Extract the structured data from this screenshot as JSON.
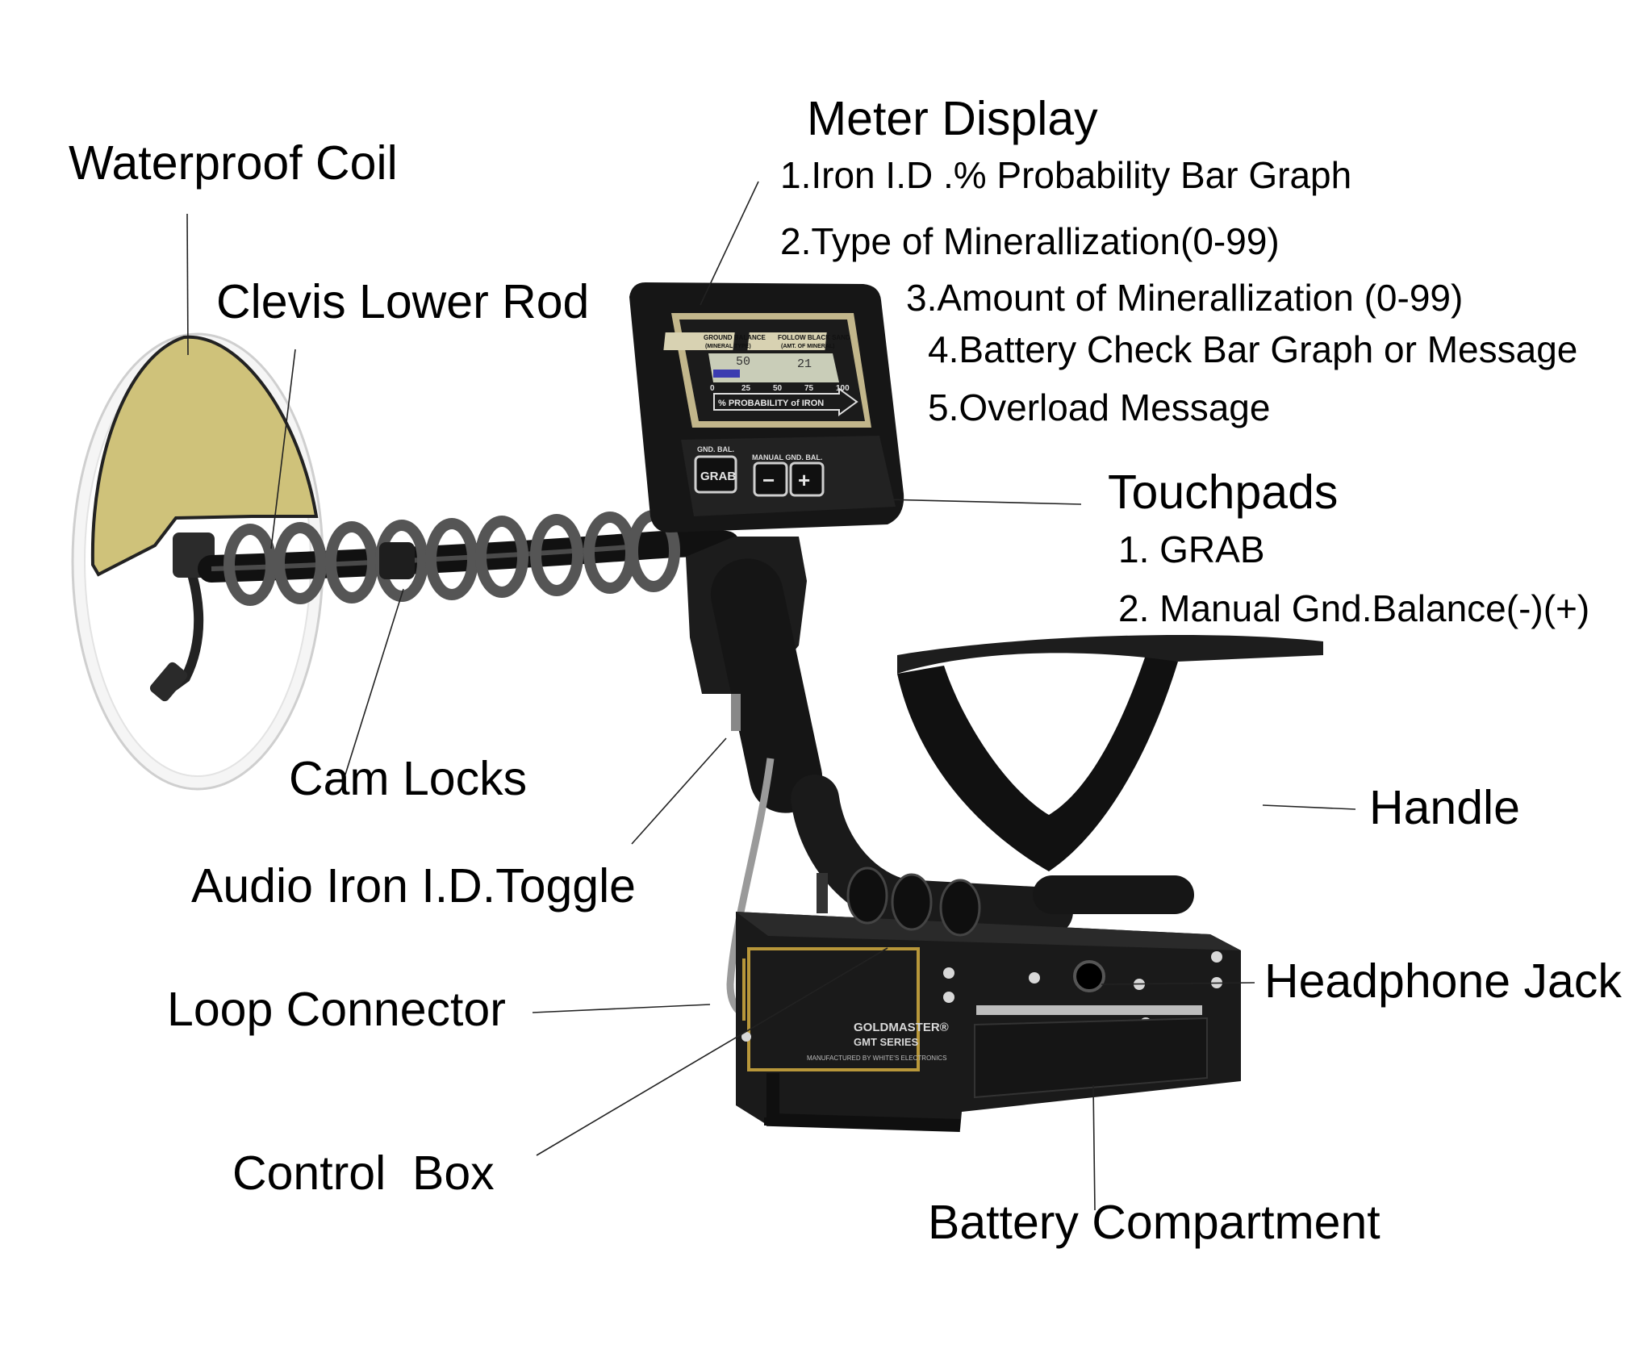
{
  "labels": {
    "waterproof_coil": "Waterproof Coil",
    "clevis_lower_rod": "Clevis Lower Rod",
    "cam_locks": "Cam Locks",
    "audio_iron_id_toggle": "Audio Iron I.D.Toggle",
    "loop_connector": "Loop Connector",
    "control_box": "Control  Box",
    "meter_display": {
      "title": "Meter Display",
      "items": [
        "1.Iron I.D .% Probability Bar Graph",
        "2.Type of Minerallization(0-99)",
        "3.Amount of Minerallization (0-99)",
        "4.Battery Check Bar Graph or Message",
        "5.Overload Message"
      ]
    },
    "touchpads": {
      "title": "Touchpads",
      "items": [
        "1. GRAB",
        "2. Manual Gnd.Balance(-)(+)"
      ]
    },
    "handle": "Handle",
    "headphone_jack": "Headphone Jack",
    "battery_compartment": "Battery Compartment"
  },
  "device": {
    "panel": {
      "ground_balance_header": "GROUND BALANCE",
      "ground_balance_sub": "(MINERAL TYPE)",
      "black_sand_header": "FOLLOW BLACK SAND",
      "black_sand_sub": "(AMT. OF MINERAL)",
      "reading_left": "50",
      "reading_right": "21",
      "scale_ticks": [
        "0",
        "25",
        "50",
        "75",
        "100"
      ],
      "probability_label": "% PROBABILITY of IRON",
      "bar_fill_fraction": 0.22,
      "gnd_bal_label": "GND. BAL.",
      "grab_button": "GRAB",
      "manual_label": "MANUAL GND. BAL.",
      "minus_button": "−",
      "plus_button": "+"
    },
    "control_box": {
      "brand": "GOLDMASTER®",
      "series": "GMT SERIES",
      "maker": "MANUFACTURED BY WHITE'S ELECTRONICS"
    },
    "colors": {
      "body": "#1a1a1a",
      "coil_fill": "#cfc27a",
      "coil_rim": "#f4f4f4",
      "lcd": "#c9cdb8",
      "gold_trim": "#b8973a",
      "bar": "#3c3cb0"
    }
  }
}
